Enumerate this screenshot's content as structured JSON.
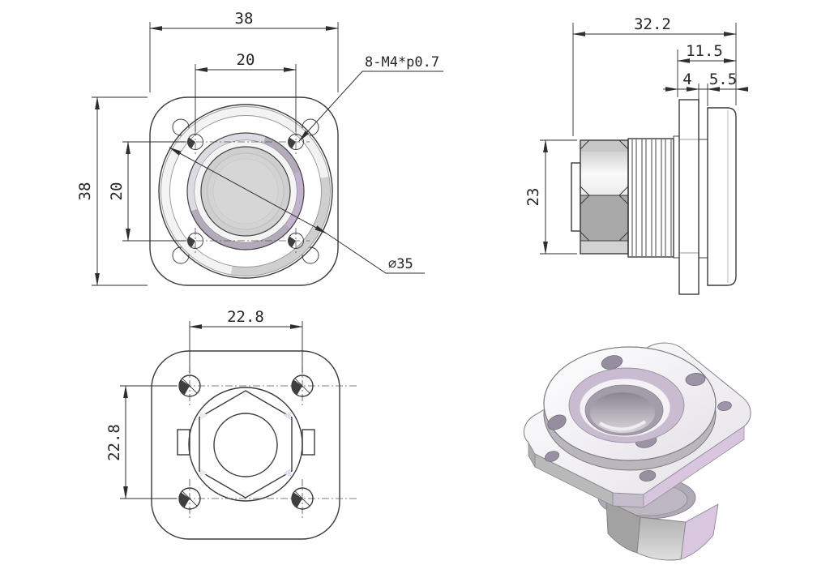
{
  "drawing": {
    "kind": "engineering multi-view drawing",
    "part": "panel-mount flange connector with hex nut"
  },
  "views": {
    "front": {
      "dims": {
        "width": "38",
        "hole_pitch_h": "20",
        "height": "38",
        "hole_pitch_v": "20"
      },
      "callouts": {
        "thread": "8-M4*p0.7",
        "flange_dia": "∅35"
      }
    },
    "side": {
      "dims": {
        "total_length": "32.2",
        "mount_length": "11.5",
        "panel_thickness": "4",
        "flange_thickness": "5.5",
        "hex_height": "23"
      }
    },
    "back": {
      "dims": {
        "hole_pitch_h": "22.8",
        "hole_pitch_v": "22.8"
      }
    }
  },
  "palette": {
    "line": "#3a3a3a",
    "dimension": "#2e2e2e",
    "plate_fill": "#d9d9d9",
    "shade_gray": "#a9a9a9",
    "lavender": "#d8c6df",
    "highlight": "#f4f4f4",
    "background": "#ffffff"
  }
}
